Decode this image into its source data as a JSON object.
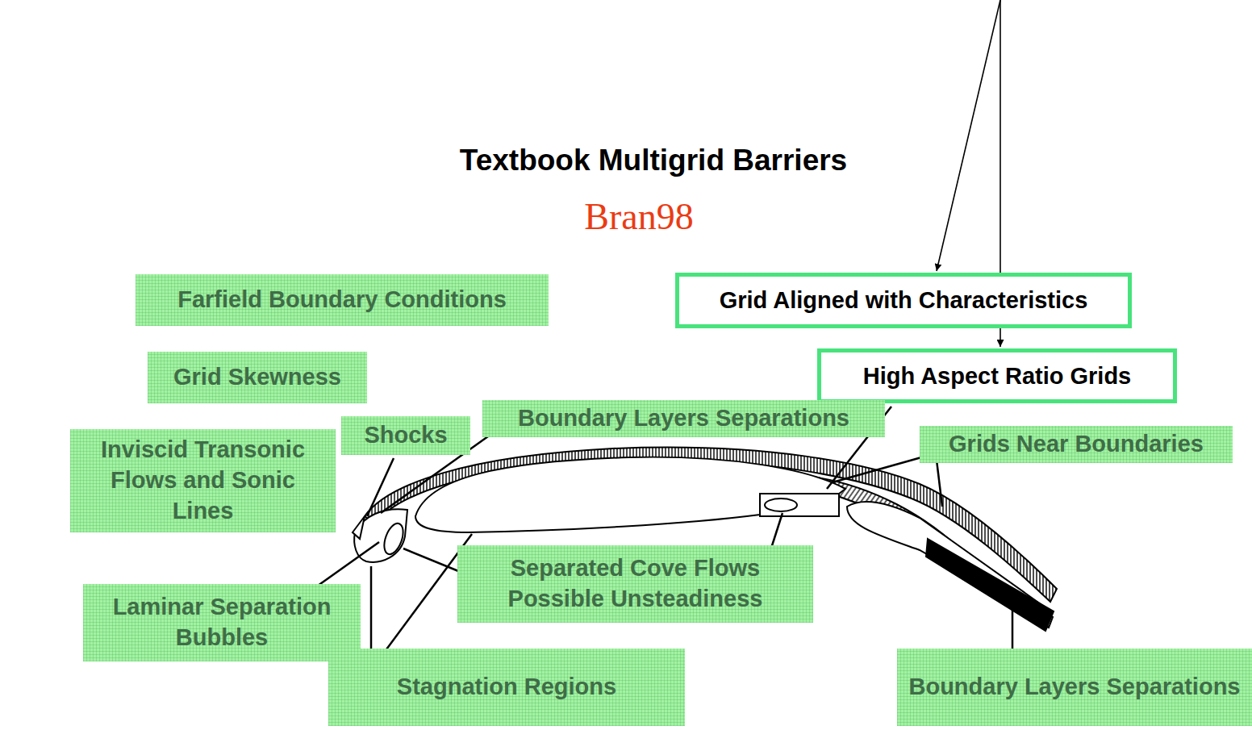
{
  "diagram": {
    "title": "Textbook Multigrid Barriers",
    "nodes": [
      {
        "text": [
          "Farfield Boundary Conditions"
        ]
      },
      {
        "text": [
          "Grid Aligned with Characteristics"
        ]
      },
      {
        "text": [
          "Grid Skewness"
        ]
      },
      {
        "text": [
          "High Aspect Ratio Grids"
        ]
      },
      {
        "text": [
          "Shocks"
        ]
      },
      {
        "text": [
          "Boundary Layers Separations"
        ]
      },
      {
        "text": [
          "Grids Near Boundaries"
        ]
      },
      {
        "text": [
          "Inviscid Transonic Flows and Sonic Lines"
        ]
      },
      {
        "text": [
          "Separated Cove Flows Possible Unsteadiness"
        ]
      },
      {
        "text": [
          "Laminar Separation Bubbles"
        ]
      },
      {
        "text": [
          "Boundary Layers Separations"
        ]
      },
      {
        "text": [
          "Stagnation Regions"
        ]
      }
    ],
    "labels": [
      "Bran98"
    ]
  }
}
